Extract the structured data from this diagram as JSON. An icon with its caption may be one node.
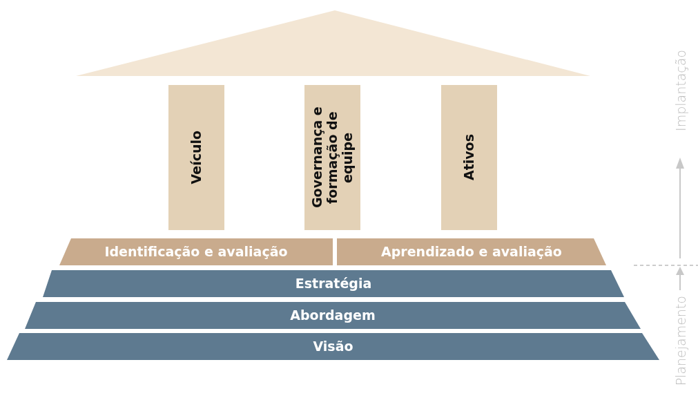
{
  "diagram": {
    "nodes": [
      {
        "text": [],
        "shape": "triangle"
      },
      {
        "text": [
          "Veículo"
        ]
      },
      {
        "text": [
          "Governança e formação de equipe"
        ]
      },
      {
        "text": [
          "Ativos"
        ]
      },
      {
        "text": [
          "Identificação e avaliação"
        ]
      },
      {
        "text": [
          "Aprendizado e avaliação"
        ]
      },
      {
        "text": [
          "Estratégia"
        ]
      },
      {
        "text": [
          "Abordagem"
        ]
      },
      {
        "text": [
          "Visão"
        ]
      }
    ],
    "edges": [],
    "labels": [
      "Implantação",
      "Planejamento"
    ]
  }
}
